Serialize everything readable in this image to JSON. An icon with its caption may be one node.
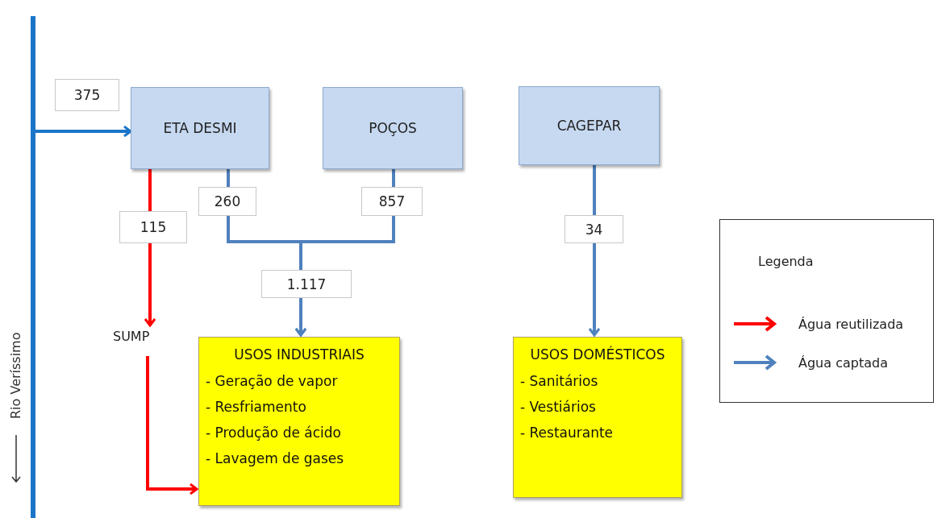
{
  "diagram": {
    "nodes": [
      {
        "text": [],
        "shape": "bar",
        "beside": [
          "Rio Veríssimo"
        ]
      },
      {
        "text": [
          "ETA DESMI"
        ]
      },
      {
        "text": [
          "POÇOS"
        ]
      },
      {
        "text": [
          "CAGEPAR"
        ]
      },
      {
        "text": [
          "SUMP"
        ]
      },
      {
        "text": [
          "USOS INDUSTRIAIS",
          "- Geração de vapor",
          "- Resfriamento",
          "- Produção de ácido",
          "- Lavagem de gases"
        ]
      },
      {
        "text": [
          "USOS DOMÉSTICOS",
          "- Sanitários",
          "- Vestiários",
          "- Restaurante"
        ]
      }
    ],
    "edges": [
      {
        "from": 0,
        "to": 1,
        "arrow": "to",
        "label": "375",
        "color": "#1a75c9"
      },
      {
        "from": 1,
        "to": 4,
        "arrow": "to",
        "label": "115",
        "color": "#ff0000"
      },
      {
        "from": 4,
        "to": 5,
        "arrow": "to",
        "color": "#ff0000"
      },
      {
        "from": 1,
        "to": 5,
        "arrow": "to",
        "label": "260"
      },
      {
        "from": 2,
        "to": 5,
        "arrow": "to",
        "label": "857"
      },
      {
        "from": 3,
        "to": 6,
        "arrow": "to",
        "label": "34"
      }
    ],
    "labels": [
      "1.117",
      "Legenda"
    ],
    "legend": [
      {
        "text": "Água reutilizada"
      },
      {
        "text": "Água captada"
      }
    ]
  }
}
